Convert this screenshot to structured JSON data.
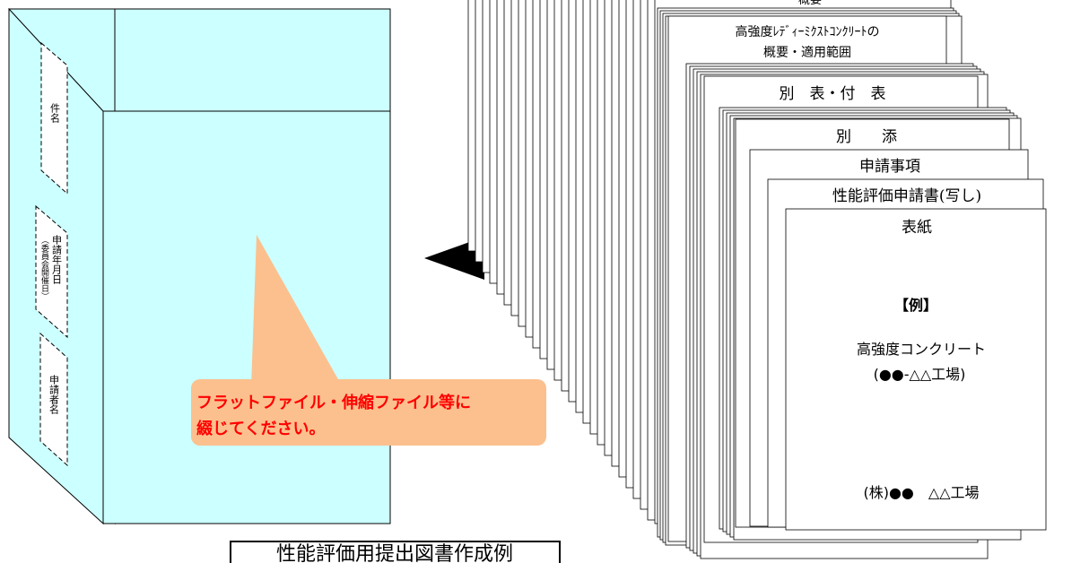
{
  "binder": {
    "spine_labels": {
      "subject": "件名",
      "application_date": "申請年月日",
      "application_date_note": "（委員会開催日）",
      "applicant": "申請者名"
    },
    "callout_text": [
      "フラットファイル・伸縮ファイル等に",
      "綴じてください。"
    ],
    "callout_color": "#ff0000",
    "callout_fill": "#fbc08e",
    "binder_color": "#ccffff"
  },
  "stack": {
    "top_partial_label": "概要",
    "sheets": {
      "overview": [
        "高強度ﾚﾃﾞｨｰﾐｸｽﾄｺﾝｸﾘｰﾄの",
        "概要・適用範囲"
      ],
      "tables": "別　表・付　表",
      "attachment": "別　　添",
      "application_items": "申請事項",
      "application_copy": "性能評価申請書(写し)",
      "cover": "表紙"
    },
    "cover_content": {
      "example": "【例】",
      "product": "高強度コンクリート",
      "plant": "(●●-△△工場)",
      "company": "(株)●●　△△工場"
    }
  },
  "caption": "性能評価用提出図書作成例"
}
